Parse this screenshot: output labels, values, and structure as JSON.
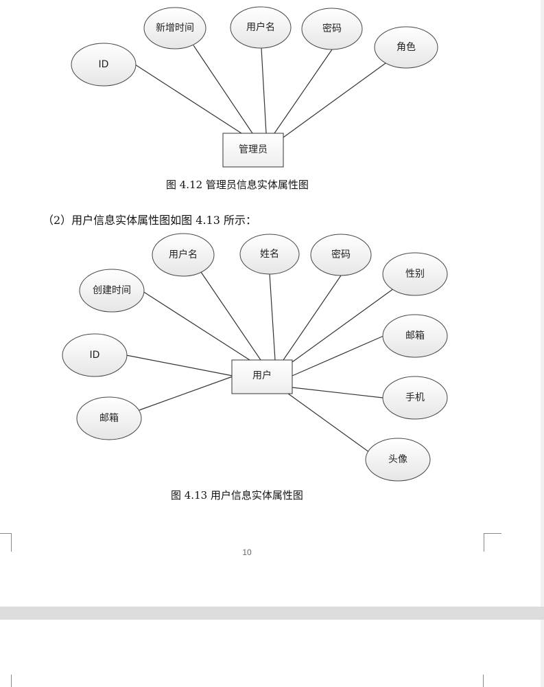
{
  "figure1": {
    "entity": "管理员",
    "attributes": [
      "ID",
      "新增时间",
      "用户名",
      "密码",
      "角色"
    ],
    "caption": "图 4.12  管理员信息实体属性图"
  },
  "intro_text": "（2）用户信息实体属性图如图 4.13 所示：",
  "figure2": {
    "entity": "用户",
    "attributes": [
      "用户名",
      "姓名",
      "密码",
      "创建时间",
      "性别",
      "ID",
      "邮箱",
      "邮箱",
      "手机",
      "头像"
    ],
    "caption": "图 4.13  用户信息实体属性图"
  },
  "page_number": "10",
  "colors": {
    "ellipse_fill_top": "#ffffff",
    "ellipse_fill_bottom": "#e6e6e6",
    "stroke": "#333333",
    "page_gap": "#dcdcdc"
  }
}
